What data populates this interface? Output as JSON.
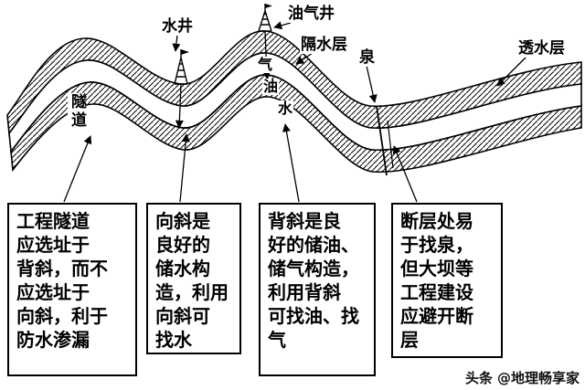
{
  "labels": {
    "water_well": "水井",
    "oil_gas_well": "油气井",
    "impermeable_layer": "隔水层",
    "spring": "泉",
    "permeable_layer": "透水层",
    "tunnel": "隧道",
    "gas": "气",
    "oil": "油",
    "water": "水"
  },
  "notes": [
    {
      "text": "工程隧道\n应选址于\n背斜，而不\n应选址于\n向斜，利于\n防水渗漏"
    },
    {
      "text": "向斜是\n良好的\n储水构\n造，利用\n向斜可\n找水"
    },
    {
      "text": "背斜是良\n好的储油、\n储气构造，\n利用背斜\n可找油、找\n气"
    },
    {
      "text": "断层处易\n于找泉，\n但大坝等\n工程建设\n应避开断\n层"
    }
  ],
  "watermark": {
    "brand": "头条",
    "handle": "@地理畅享家"
  }
}
